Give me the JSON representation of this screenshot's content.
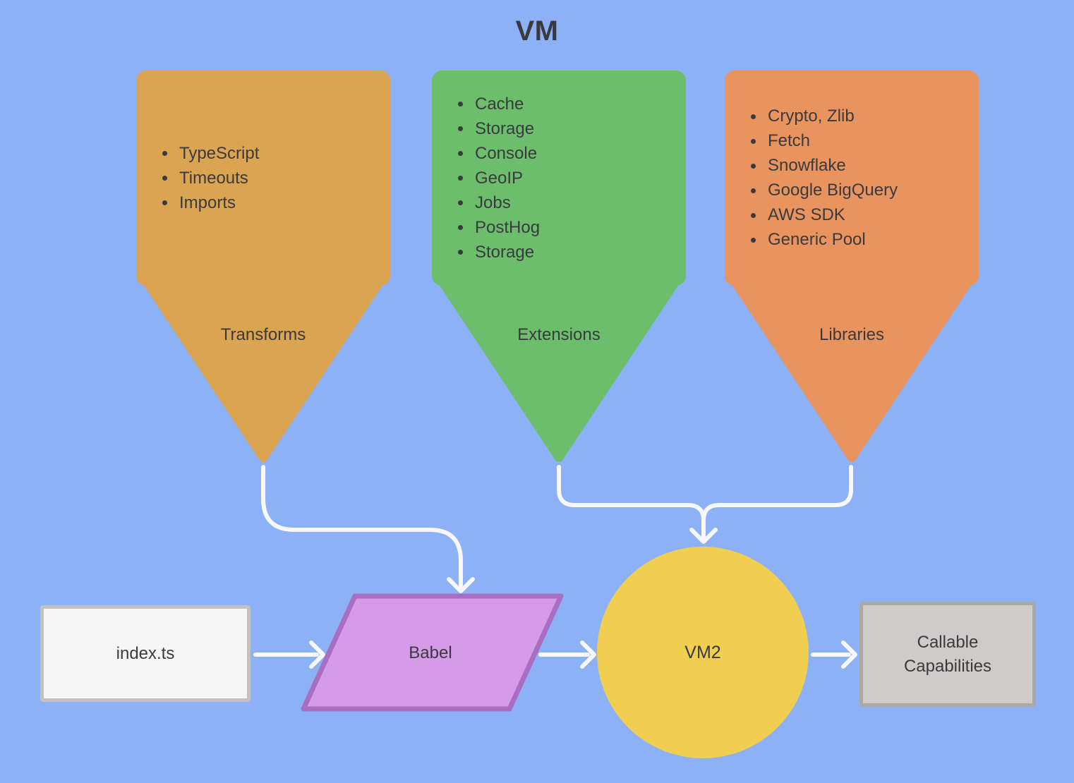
{
  "title": "VM",
  "funnels": [
    {
      "id": "transforms",
      "label": "Transforms",
      "items": [
        "TypeScript",
        "Timeouts",
        "Imports"
      ]
    },
    {
      "id": "extensions",
      "label": "Extensions",
      "items": [
        "Cache",
        "Storage",
        "Console",
        "GeoIP",
        "Jobs",
        "PostHog",
        "Storage"
      ]
    },
    {
      "id": "libraries",
      "label": "Libraries",
      "items": [
        "Crypto, Zlib",
        "Fetch",
        "Snowflake",
        "Google BigQuery",
        "AWS SDK",
        "Generic Pool"
      ]
    }
  ],
  "flow": {
    "source_label": "index.ts",
    "babel_label": "Babel",
    "vm2_label": "VM2",
    "output_label": "Callable\nCapabilities"
  },
  "colors": {
    "background": "#8DB1F7",
    "transforms": "#DBA451",
    "extensions": "#6CBE6C",
    "libraries": "#E9945E",
    "babel_fill": "#D69BE8",
    "babel_border": "#A96EC2",
    "vm2_fill": "#F0CE50",
    "source_fill": "#F6F6F6",
    "source_border": "#C4C2C0",
    "output_fill": "#CDCCCA",
    "output_border": "#ABA9A5",
    "connector": "#F8F8FA",
    "text": "#3A3A3E"
  }
}
